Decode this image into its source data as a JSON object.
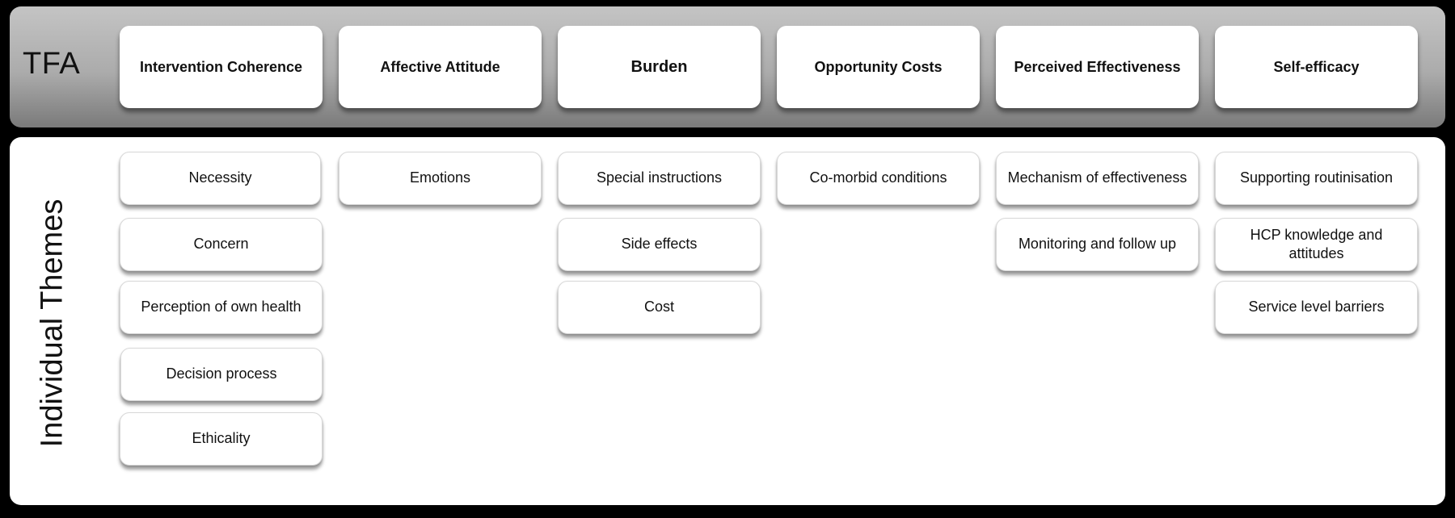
{
  "tfa_label": "TFA",
  "themes_label": "Individual Themes",
  "columns": [
    {
      "header": "Intervention Coherence",
      "themes": [
        "Necessity",
        "Concern",
        "Perception of  own health",
        "Decision process",
        "Ethicality"
      ]
    },
    {
      "header": "Affective Attitude",
      "themes": [
        "Emotions"
      ]
    },
    {
      "header": "Burden",
      "themes": [
        "Special instructions",
        "Side effects",
        "Cost"
      ]
    },
    {
      "header": "Opportunity Costs",
      "themes": [
        "Co-morbid conditions"
      ]
    },
    {
      "header": "Perceived Effectiveness",
      "themes": [
        "Mechanism of effectiveness",
        "Monitoring and follow up"
      ]
    },
    {
      "header": "Self-efficacy",
      "themes": [
        "Supporting routinisation",
        "HCP knowledge and attitudes",
        "Service level barriers"
      ]
    }
  ]
}
